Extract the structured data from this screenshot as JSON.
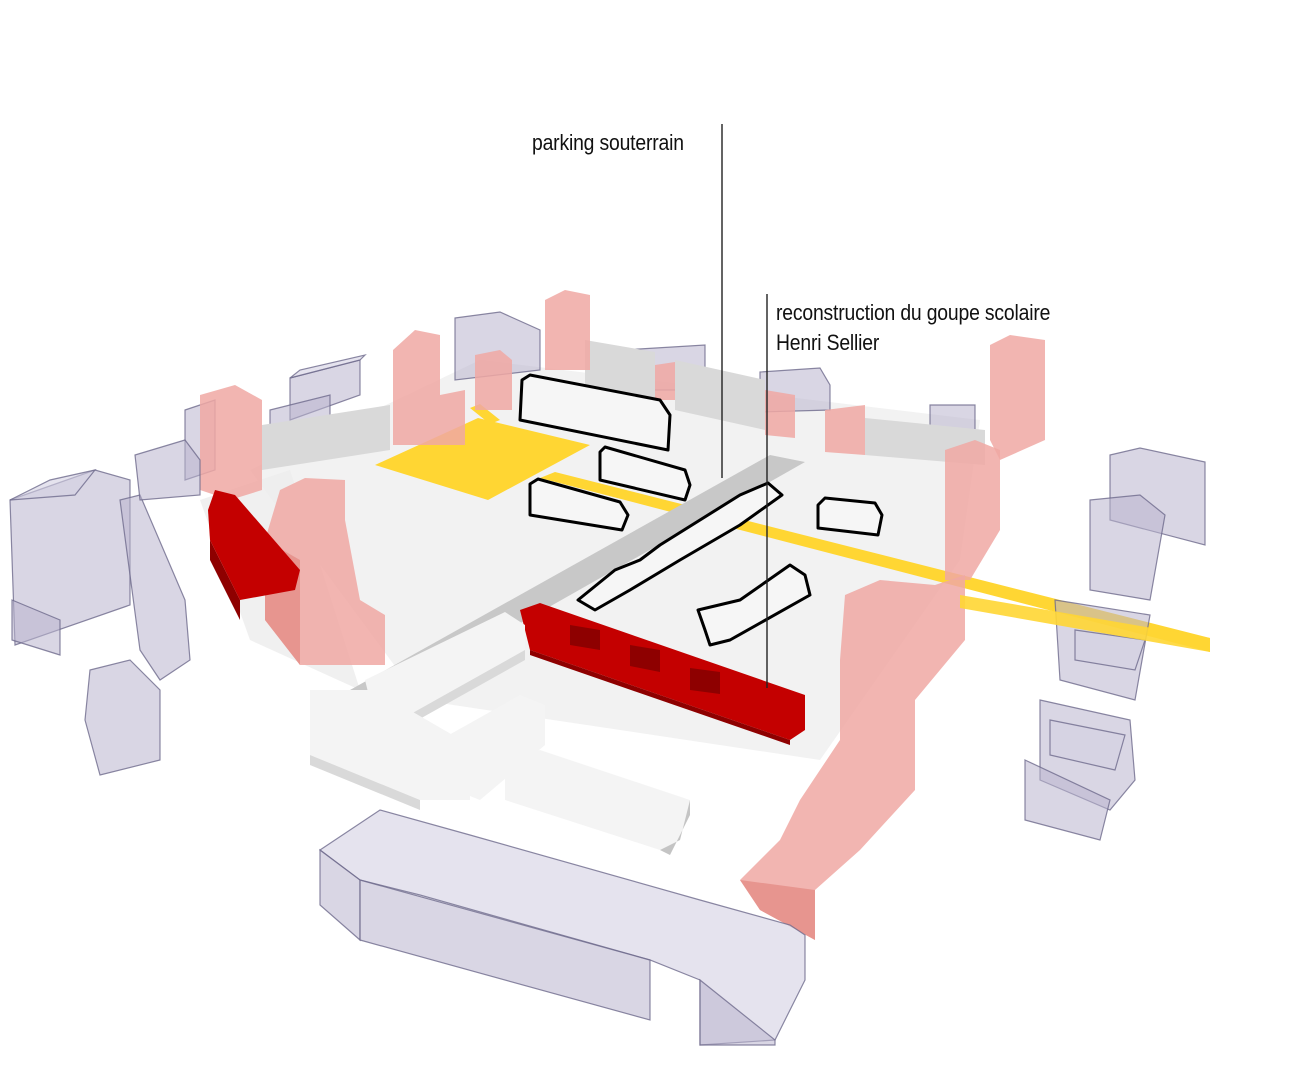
{
  "labels": {
    "parking": "parking souterrain",
    "school_line1": "reconstruction du goupe scolaire",
    "school_line2": "Henri Sellier"
  },
  "colors": {
    "existing_buildings": "#b9b5cd",
    "retained_housing": "#f0a8a3",
    "new_buildings": "#c40000",
    "public_space": "#ffd633",
    "school_outline": "#000000",
    "ground": "#ffffff"
  }
}
